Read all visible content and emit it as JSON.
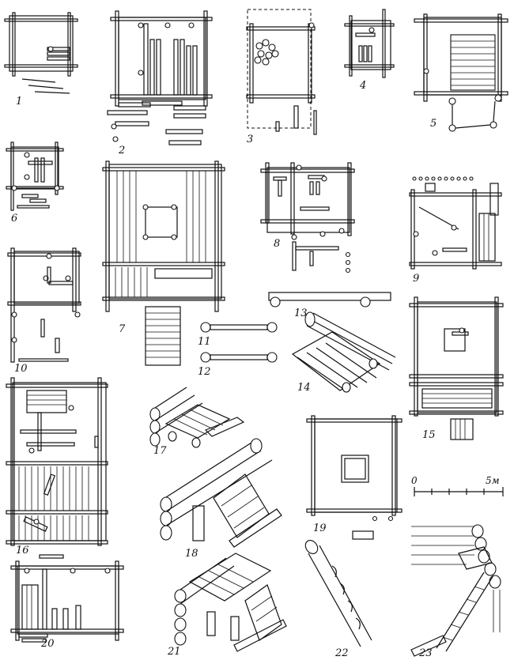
{
  "figure_labels": [
    "1",
    "2",
    "3",
    "4",
    "5",
    "6",
    "7",
    "8",
    "9",
    "10",
    "11",
    "12",
    "13",
    "14",
    "15",
    "16",
    "17",
    "18",
    "19",
    "20",
    "21",
    "22",
    "23"
  ],
  "scale_bar": {
    "start": "0",
    "end": "5м"
  }
}
